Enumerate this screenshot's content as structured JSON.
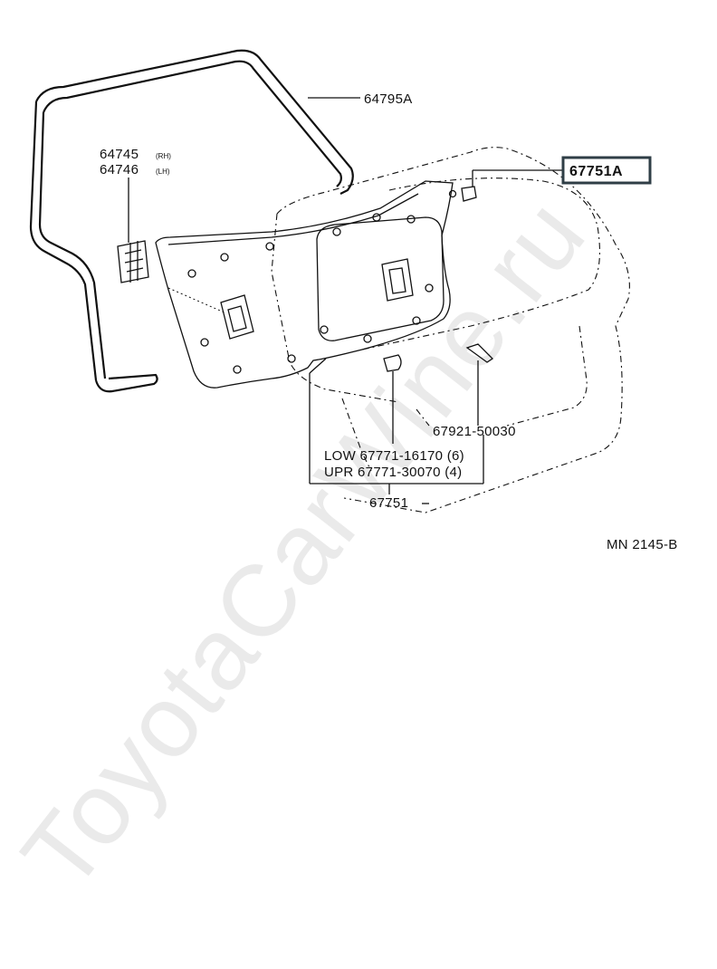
{
  "diagram": {
    "ref_code": "MN 2145-B",
    "watermark": "ToyotaCarWine.ru",
    "parts": {
      "weatherstrip": "64795A",
      "hinge_rh": "64745",
      "hinge_rh_side": "(RH)",
      "hinge_lh": "64746",
      "hinge_lh_side": "(LH)",
      "highlighted_clip": "67751A",
      "clip_top": "67921-50030",
      "clip_low": "LOW 67771-16170 (6)",
      "clip_upr": "UPR 67771-30070 (4)",
      "board": "67751"
    }
  }
}
